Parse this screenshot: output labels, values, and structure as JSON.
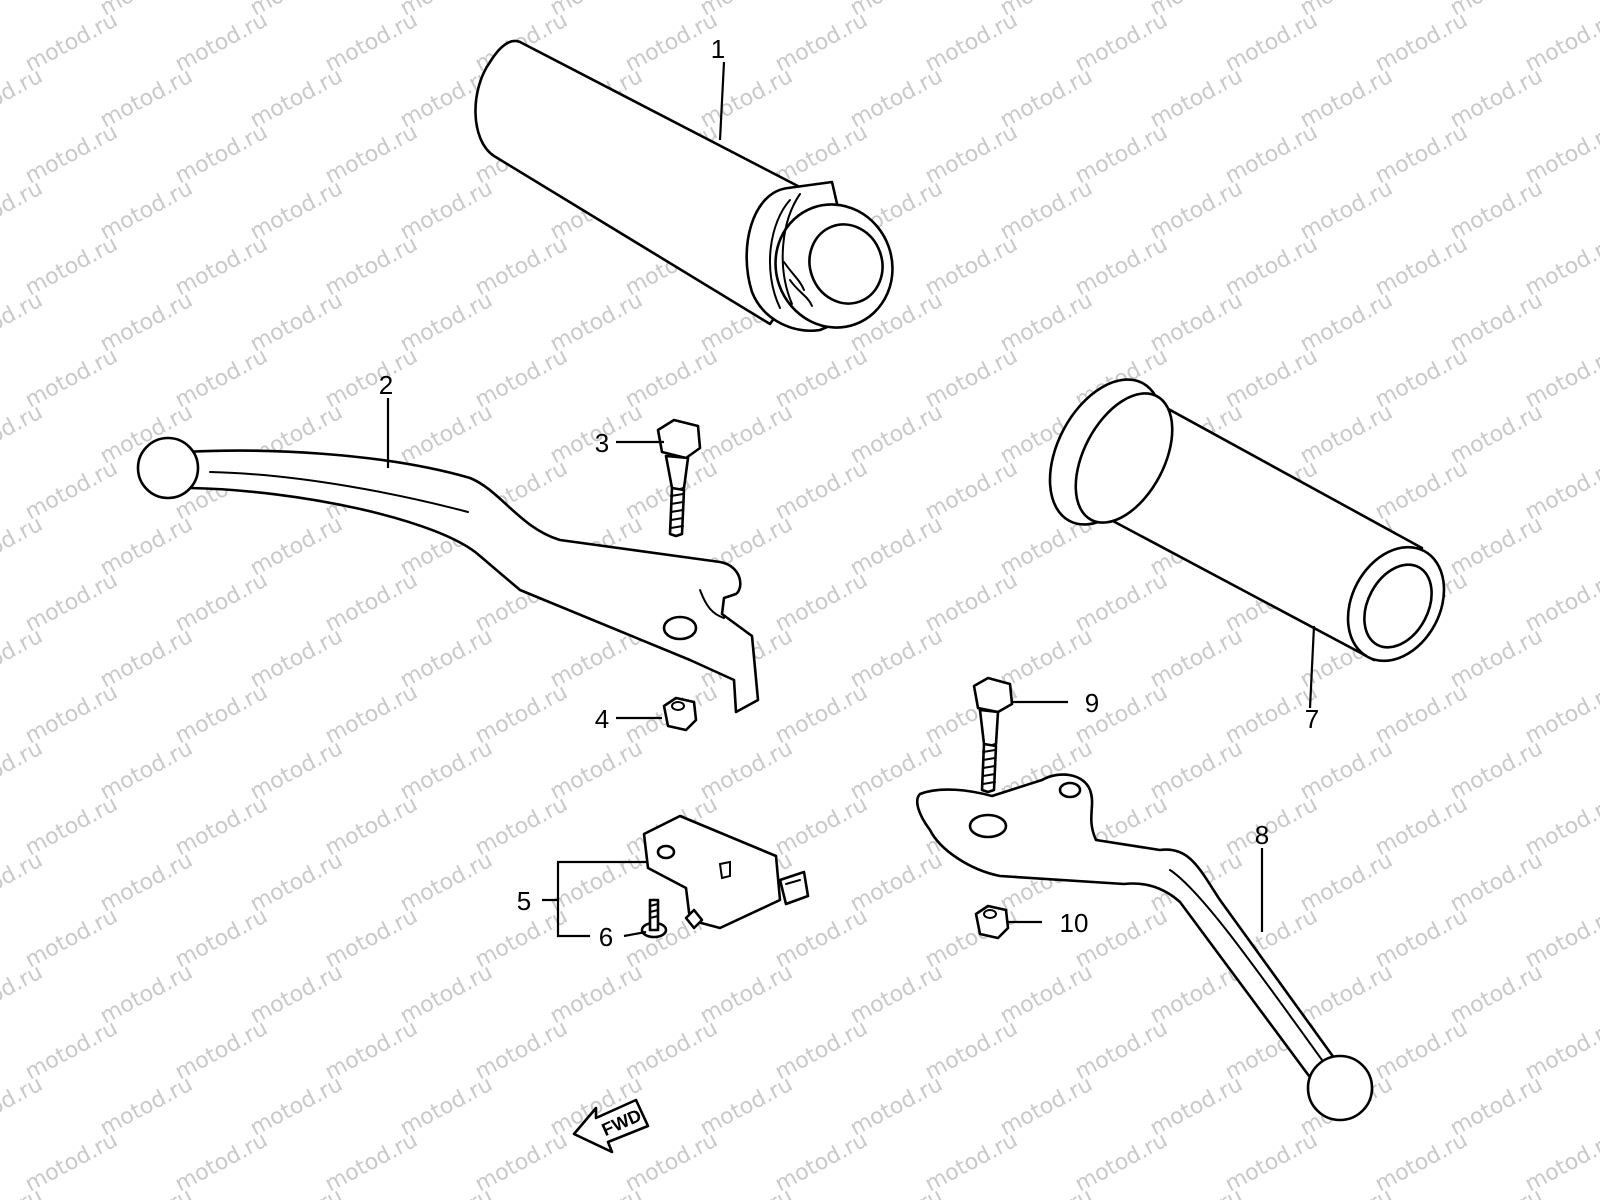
{
  "watermark": {
    "text": "motod.ru",
    "color": "#c9c9c9"
  },
  "callouts": {
    "c1": "1",
    "c2": "2",
    "c3": "3",
    "c4": "4",
    "c5": "5",
    "c6": "6",
    "c7": "7",
    "c8": "8",
    "c9": "9",
    "c10": "10"
  },
  "direction_marker": {
    "label": "FWD"
  },
  "parts": [
    {
      "callout": "1",
      "icon": "handlebar-grip-throttle-icon"
    },
    {
      "callout": "2",
      "icon": "front-brake-lever-icon"
    },
    {
      "callout": "3",
      "icon": "pivot-bolt-icon"
    },
    {
      "callout": "4",
      "icon": "nut-icon"
    },
    {
      "callout": "5",
      "icon": "brake-light-switch-icon"
    },
    {
      "callout": "6",
      "icon": "screw-icon"
    },
    {
      "callout": "7",
      "icon": "handlebar-grip-left-icon"
    },
    {
      "callout": "8",
      "icon": "clutch-lever-icon"
    },
    {
      "callout": "9",
      "icon": "pivot-bolt-icon"
    },
    {
      "callout": "10",
      "icon": "nut-icon"
    }
  ]
}
